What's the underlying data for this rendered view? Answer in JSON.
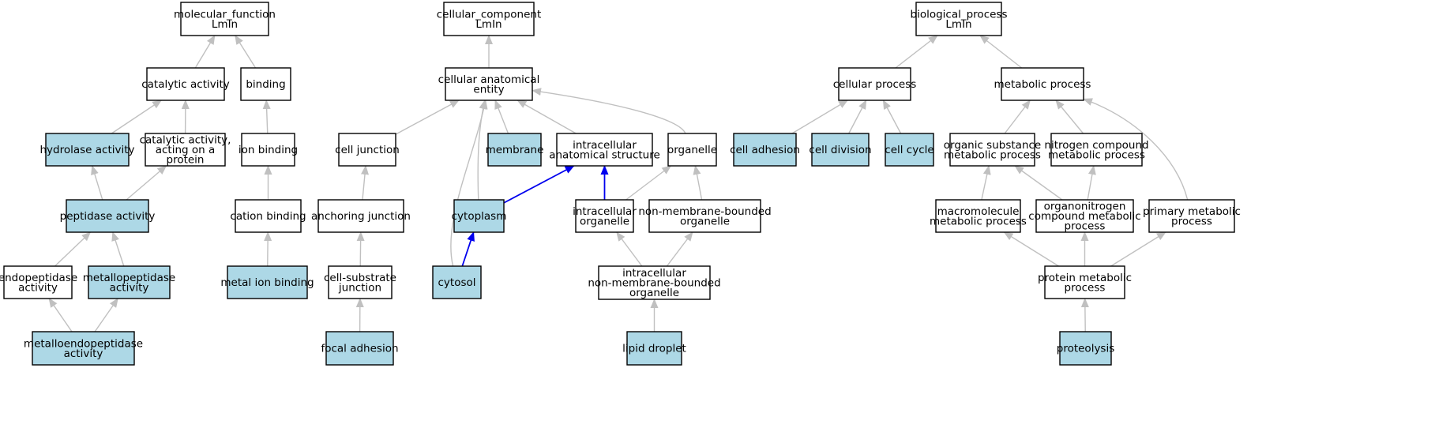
{
  "colors": {
    "highlight_fill": "#add8e6",
    "plain_fill": "#ffffff",
    "edge_grey": "#c0c0c0",
    "edge_blue": "#0000ee"
  },
  "nodes": [
    {
      "id": "mf",
      "lines": [
        "molecular_function",
        "LmIn"
      ],
      "highlighted": false
    },
    {
      "id": "catalytic",
      "lines": [
        "catalytic activity"
      ],
      "highlighted": false
    },
    {
      "id": "binding",
      "lines": [
        "binding"
      ],
      "highlighted": false
    },
    {
      "id": "hydrolase",
      "lines": [
        "hydrolase activity"
      ],
      "highlighted": true
    },
    {
      "id": "catprot",
      "lines": [
        "catalytic activity,",
        "acting on a",
        "protein"
      ],
      "highlighted": false
    },
    {
      "id": "ionbinding",
      "lines": [
        "ion binding"
      ],
      "highlighted": false
    },
    {
      "id": "peptidase",
      "lines": [
        "peptidase activity"
      ],
      "highlighted": true
    },
    {
      "id": "cationbinding",
      "lines": [
        "cation binding"
      ],
      "highlighted": false
    },
    {
      "id": "endopeptidase",
      "lines": [
        "endopeptidase",
        "activity"
      ],
      "highlighted": false
    },
    {
      "id": "metallopeptidase",
      "lines": [
        "metallopeptidase",
        "activity"
      ],
      "highlighted": true
    },
    {
      "id": "metalion",
      "lines": [
        "metal ion binding"
      ],
      "highlighted": true
    },
    {
      "id": "metalloendo",
      "lines": [
        "metalloendopeptidase",
        "activity"
      ],
      "highlighted": true
    },
    {
      "id": "cc",
      "lines": [
        "cellular_component",
        "LmIn"
      ],
      "highlighted": false
    },
    {
      "id": "cae",
      "lines": [
        "cellular anatomical",
        "entity"
      ],
      "highlighted": false
    },
    {
      "id": "celljunction",
      "lines": [
        "cell junction"
      ],
      "highlighted": false
    },
    {
      "id": "membrane",
      "lines": [
        "membrane"
      ],
      "highlighted": true
    },
    {
      "id": "ias",
      "lines": [
        "intracellular",
        "anatomical structure"
      ],
      "highlighted": false
    },
    {
      "id": "organelle",
      "lines": [
        "organelle"
      ],
      "highlighted": false
    },
    {
      "id": "anchoring",
      "lines": [
        "anchoring junction"
      ],
      "highlighted": false
    },
    {
      "id": "cytoplasm",
      "lines": [
        "cytoplasm"
      ],
      "highlighted": true
    },
    {
      "id": "intraorg",
      "lines": [
        "intracellular",
        "organelle"
      ],
      "highlighted": false
    },
    {
      "id": "nmbo",
      "lines": [
        "non-membrane-bounded",
        "organelle"
      ],
      "highlighted": false
    },
    {
      "id": "csj",
      "lines": [
        "cell-substrate",
        "junction"
      ],
      "highlighted": false
    },
    {
      "id": "cytosol",
      "lines": [
        "cytosol"
      ],
      "highlighted": true
    },
    {
      "id": "inmbo",
      "lines": [
        "intracellular",
        "non-membrane-bounded",
        "organelle"
      ],
      "highlighted": false
    },
    {
      "id": "focal",
      "lines": [
        "focal adhesion"
      ],
      "highlighted": true
    },
    {
      "id": "lipid",
      "lines": [
        "lipid droplet"
      ],
      "highlighted": true
    },
    {
      "id": "bp",
      "lines": [
        "biological_process",
        "LmIn"
      ],
      "highlighted": false
    },
    {
      "id": "cellproc",
      "lines": [
        "cellular process"
      ],
      "highlighted": false
    },
    {
      "id": "metabproc",
      "lines": [
        "metabolic process"
      ],
      "highlighted": false
    },
    {
      "id": "celladh",
      "lines": [
        "cell adhesion"
      ],
      "highlighted": true
    },
    {
      "id": "celldiv",
      "lines": [
        "cell division"
      ],
      "highlighted": true
    },
    {
      "id": "cellcycle",
      "lines": [
        "cell cycle"
      ],
      "highlighted": true
    },
    {
      "id": "osmp",
      "lines": [
        "organic substance",
        "metabolic process"
      ],
      "highlighted": false
    },
    {
      "id": "ncmp",
      "lines": [
        "nitrogen compound",
        "metabolic process"
      ],
      "highlighted": false
    },
    {
      "id": "macro",
      "lines": [
        "macromolecule",
        "metabolic process"
      ],
      "highlighted": false
    },
    {
      "id": "orgnitro",
      "lines": [
        "organonitrogen",
        "compound metabolic",
        "process"
      ],
      "highlighted": false
    },
    {
      "id": "primary",
      "lines": [
        "primary metabolic",
        "process"
      ],
      "highlighted": false
    },
    {
      "id": "protmet",
      "lines": [
        "protein metabolic",
        "process"
      ],
      "highlighted": false
    },
    {
      "id": "proteolysis",
      "lines": [
        "proteolysis"
      ],
      "highlighted": true
    }
  ],
  "edges": [
    {
      "from": "catalytic",
      "to": "mf",
      "style": "grey"
    },
    {
      "from": "binding",
      "to": "mf",
      "style": "grey"
    },
    {
      "from": "hydrolase",
      "to": "catalytic",
      "style": "grey"
    },
    {
      "from": "catprot",
      "to": "catalytic",
      "style": "grey"
    },
    {
      "from": "ionbinding",
      "to": "binding",
      "style": "grey"
    },
    {
      "from": "peptidase",
      "to": "hydrolase",
      "style": "grey"
    },
    {
      "from": "peptidase",
      "to": "catprot",
      "style": "grey"
    },
    {
      "from": "cationbinding",
      "to": "ionbinding",
      "style": "grey"
    },
    {
      "from": "endopeptidase",
      "to": "peptidase",
      "style": "grey"
    },
    {
      "from": "metallopeptidase",
      "to": "peptidase",
      "style": "grey"
    },
    {
      "from": "metalion",
      "to": "cationbinding",
      "style": "grey"
    },
    {
      "from": "metalloendo",
      "to": "endopeptidase",
      "style": "grey"
    },
    {
      "from": "metalloendo",
      "to": "metallopeptidase",
      "style": "grey"
    },
    {
      "from": "cae",
      "to": "cc",
      "style": "grey"
    },
    {
      "from": "celljunction",
      "to": "cae",
      "style": "grey"
    },
    {
      "from": "membrane",
      "to": "cae",
      "style": "grey"
    },
    {
      "from": "ias",
      "to": "cae",
      "style": "grey"
    },
    {
      "from": "organelle",
      "to": "cae",
      "style": "grey"
    },
    {
      "from": "cytoplasm",
      "to": "cae",
      "style": "grey"
    },
    {
      "from": "cytosol",
      "to": "cae",
      "style": "grey"
    },
    {
      "from": "anchoring",
      "to": "celljunction",
      "style": "grey"
    },
    {
      "from": "cytoplasm",
      "to": "ias",
      "style": "blue"
    },
    {
      "from": "intraorg",
      "to": "ias",
      "style": "blue"
    },
    {
      "from": "intraorg",
      "to": "organelle",
      "style": "grey"
    },
    {
      "from": "nmbo",
      "to": "organelle",
      "style": "grey"
    },
    {
      "from": "csj",
      "to": "anchoring",
      "style": "grey"
    },
    {
      "from": "cytosol",
      "to": "cytoplasm",
      "style": "blue"
    },
    {
      "from": "inmbo",
      "to": "intraorg",
      "style": "grey"
    },
    {
      "from": "inmbo",
      "to": "nmbo",
      "style": "grey"
    },
    {
      "from": "focal",
      "to": "csj",
      "style": "grey"
    },
    {
      "from": "lipid",
      "to": "inmbo",
      "style": "grey"
    },
    {
      "from": "cellproc",
      "to": "bp",
      "style": "grey"
    },
    {
      "from": "metabproc",
      "to": "bp",
      "style": "grey"
    },
    {
      "from": "celladh",
      "to": "cellproc",
      "style": "grey"
    },
    {
      "from": "celldiv",
      "to": "cellproc",
      "style": "grey"
    },
    {
      "from": "cellcycle",
      "to": "cellproc",
      "style": "grey"
    },
    {
      "from": "osmp",
      "to": "metabproc",
      "style": "grey"
    },
    {
      "from": "ncmp",
      "to": "metabproc",
      "style": "grey"
    },
    {
      "from": "primary",
      "to": "metabproc",
      "style": "grey"
    },
    {
      "from": "macro",
      "to": "osmp",
      "style": "grey"
    },
    {
      "from": "orgnitro",
      "to": "osmp",
      "style": "grey"
    },
    {
      "from": "orgnitro",
      "to": "ncmp",
      "style": "grey"
    },
    {
      "from": "protmet",
      "to": "macro",
      "style": "grey"
    },
    {
      "from": "protmet",
      "to": "orgnitro",
      "style": "grey"
    },
    {
      "from": "protmet",
      "to": "primary",
      "style": "grey"
    },
    {
      "from": "proteolysis",
      "to": "protmet",
      "style": "grey"
    }
  ]
}
